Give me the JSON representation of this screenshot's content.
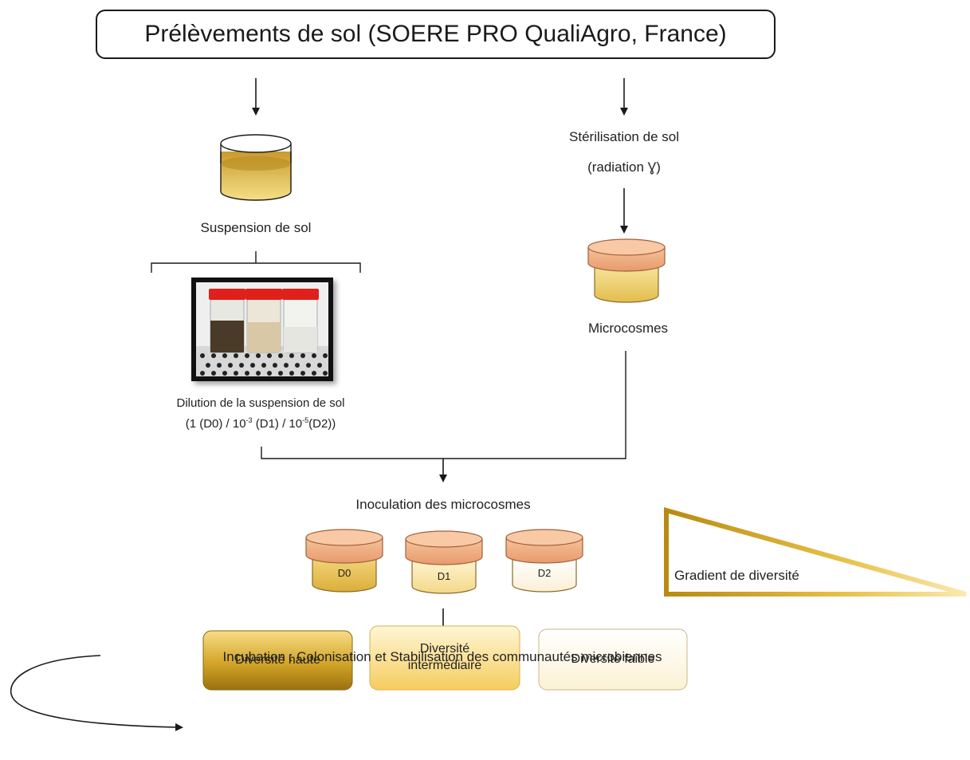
{
  "title": "Prélèvements de sol (SOERE PRO QualiAgro, France)",
  "left_branch": {
    "suspension_label": "Suspension de sol",
    "dilution_line1": "Dilution de la suspension de sol",
    "dilution_line2": {
      "p1": "(1 (D0) / 10",
      "e1": "-3",
      "p2": " (D1) / 10",
      "e2": "-5",
      "p3": "(D2))"
    }
  },
  "right_branch": {
    "sterilisation_line1": "Stérilisation de sol",
    "sterilisation_line2": "(radiation Ɣ)",
    "microcosmes_label": "Microcosmes"
  },
  "inoculation_label": "Inoculation des microcosmes",
  "pots": [
    {
      "label": "D0",
      "fill": "#e9c25e"
    },
    {
      "label": "D1",
      "fill": "#f9e4a8"
    },
    {
      "label": "D2",
      "fill": "#fffaf0"
    }
  ],
  "gradient_label": "Gradient de diversité",
  "incubation_label": "Incubation : Colonisation et Stabilisation des communautés microbiennes",
  "results": [
    {
      "line1": "Diversité haute",
      "line2": ""
    },
    {
      "line1": "Diversité",
      "line2": "intermédiaire"
    },
    {
      "line1": "Diversité faible",
      "line2": ""
    }
  ],
  "colors": {
    "lid": "#f0a878",
    "lid_stroke": "#a0603a",
    "soil_gold": "#d4a017",
    "dark_gold": "#9a7408",
    "line": "#1a1a1a"
  }
}
